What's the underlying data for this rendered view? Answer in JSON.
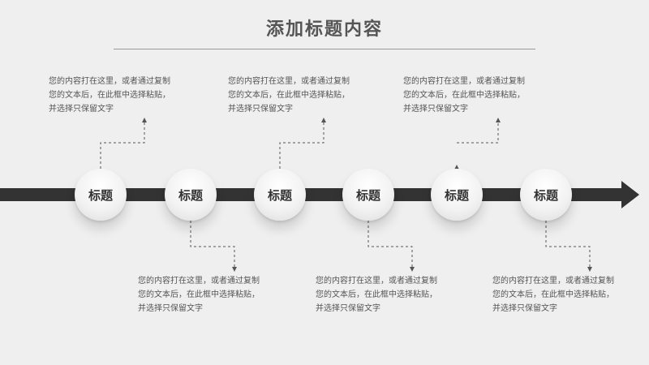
{
  "title": "添加标题内容",
  "nodes": [
    {
      "label": "标题"
    },
    {
      "label": "标题"
    },
    {
      "label": "标题"
    },
    {
      "label": "标题"
    },
    {
      "label": "标题"
    },
    {
      "label": "标题"
    }
  ],
  "notes_top": [
    {
      "line1": "您的内容打在这里，或者通过复制",
      "line2": "您的文本后，在此框中选择粘贴，",
      "line3": "并选择只保留文字"
    },
    {
      "line1": "您的内容打在这里，或者通过复制",
      "line2": "您的文本后，在此框中选择粘贴，",
      "line3": "并选择只保留文字"
    },
    {
      "line1": "您的内容打在这里，或者通过复制",
      "line2": "您的文本后，在此框中选择粘贴，",
      "line3": "并选择只保留文字"
    }
  ],
  "notes_bottom": [
    {
      "line1": "您的内容打在这里，或者通过复制",
      "line2": "您的文本后，在此框中选择粘贴，",
      "line3": "并选择只保留文字"
    },
    {
      "line1": "您的内容打在这里，或者通过复制",
      "line2": "您的文本后，在此框中选择粘贴，",
      "line3": "并选择只保留文字"
    },
    {
      "line1": "您的内容打在这里，或者通过复制",
      "line2": "您的文本后，在此框中选择粘贴，",
      "line3": "并选择只保留文字"
    }
  ],
  "colors": {
    "background": "#efefef",
    "arrow": "#333333",
    "connector": "#555555"
  }
}
